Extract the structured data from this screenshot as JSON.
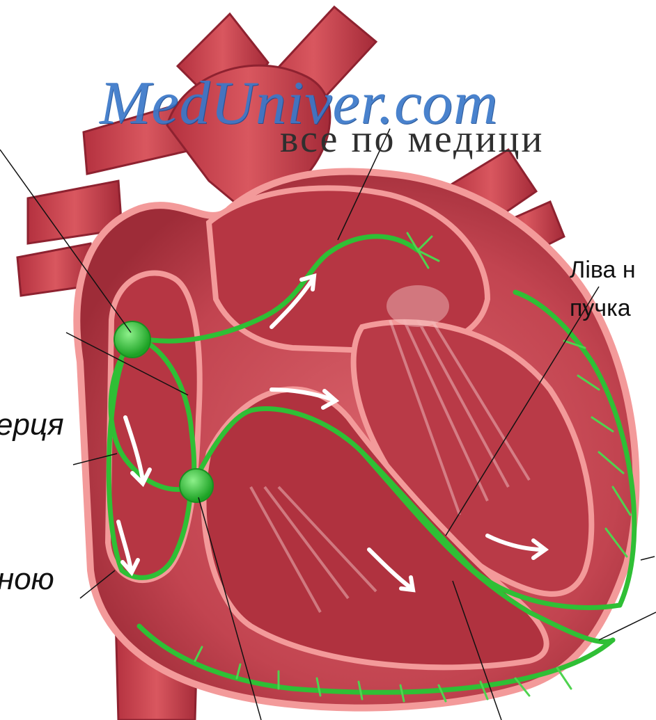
{
  "watermark": {
    "site": "MedUniver.com",
    "tagline": "все по медици"
  },
  "labels": {
    "left_bundle_branch_line1": "Ліва н",
    "left_bundle_branch_line2": "пучка",
    "internodal_fragment": "ерця",
    "lower_left_fragment": "ною"
  },
  "colors": {
    "myocardium": "#c94a55",
    "chamber": "#b73a47",
    "endocardium_outline": "#f39a9a",
    "vessel": "#a92d3a",
    "conduction_system": "#2fbf35",
    "arrow": "#ffffff",
    "watermark_text": "#3a78c9"
  }
}
